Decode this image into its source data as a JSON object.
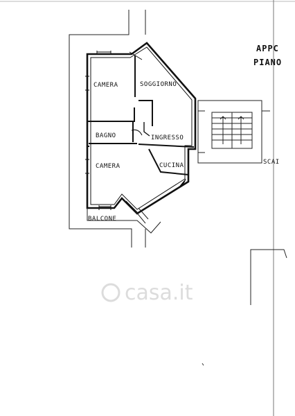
{
  "header": {
    "line1": "APPC",
    "line2": "PIANO"
  },
  "rooms": [
    {
      "id": "camera-top",
      "label": "CAMERA"
    },
    {
      "id": "soggiorno",
      "label": "SOGGIORNO"
    },
    {
      "id": "bagno",
      "label": "BAGNO"
    },
    {
      "id": "ingresso",
      "label": "INGRESSO"
    },
    {
      "id": "camera-bottom",
      "label": "CAMERA"
    },
    {
      "id": "cucina",
      "label": "CUCINA"
    }
  ],
  "balcone_label": "BALCONE",
  "stair_label": "SCAI",
  "watermark": "casa.it"
}
